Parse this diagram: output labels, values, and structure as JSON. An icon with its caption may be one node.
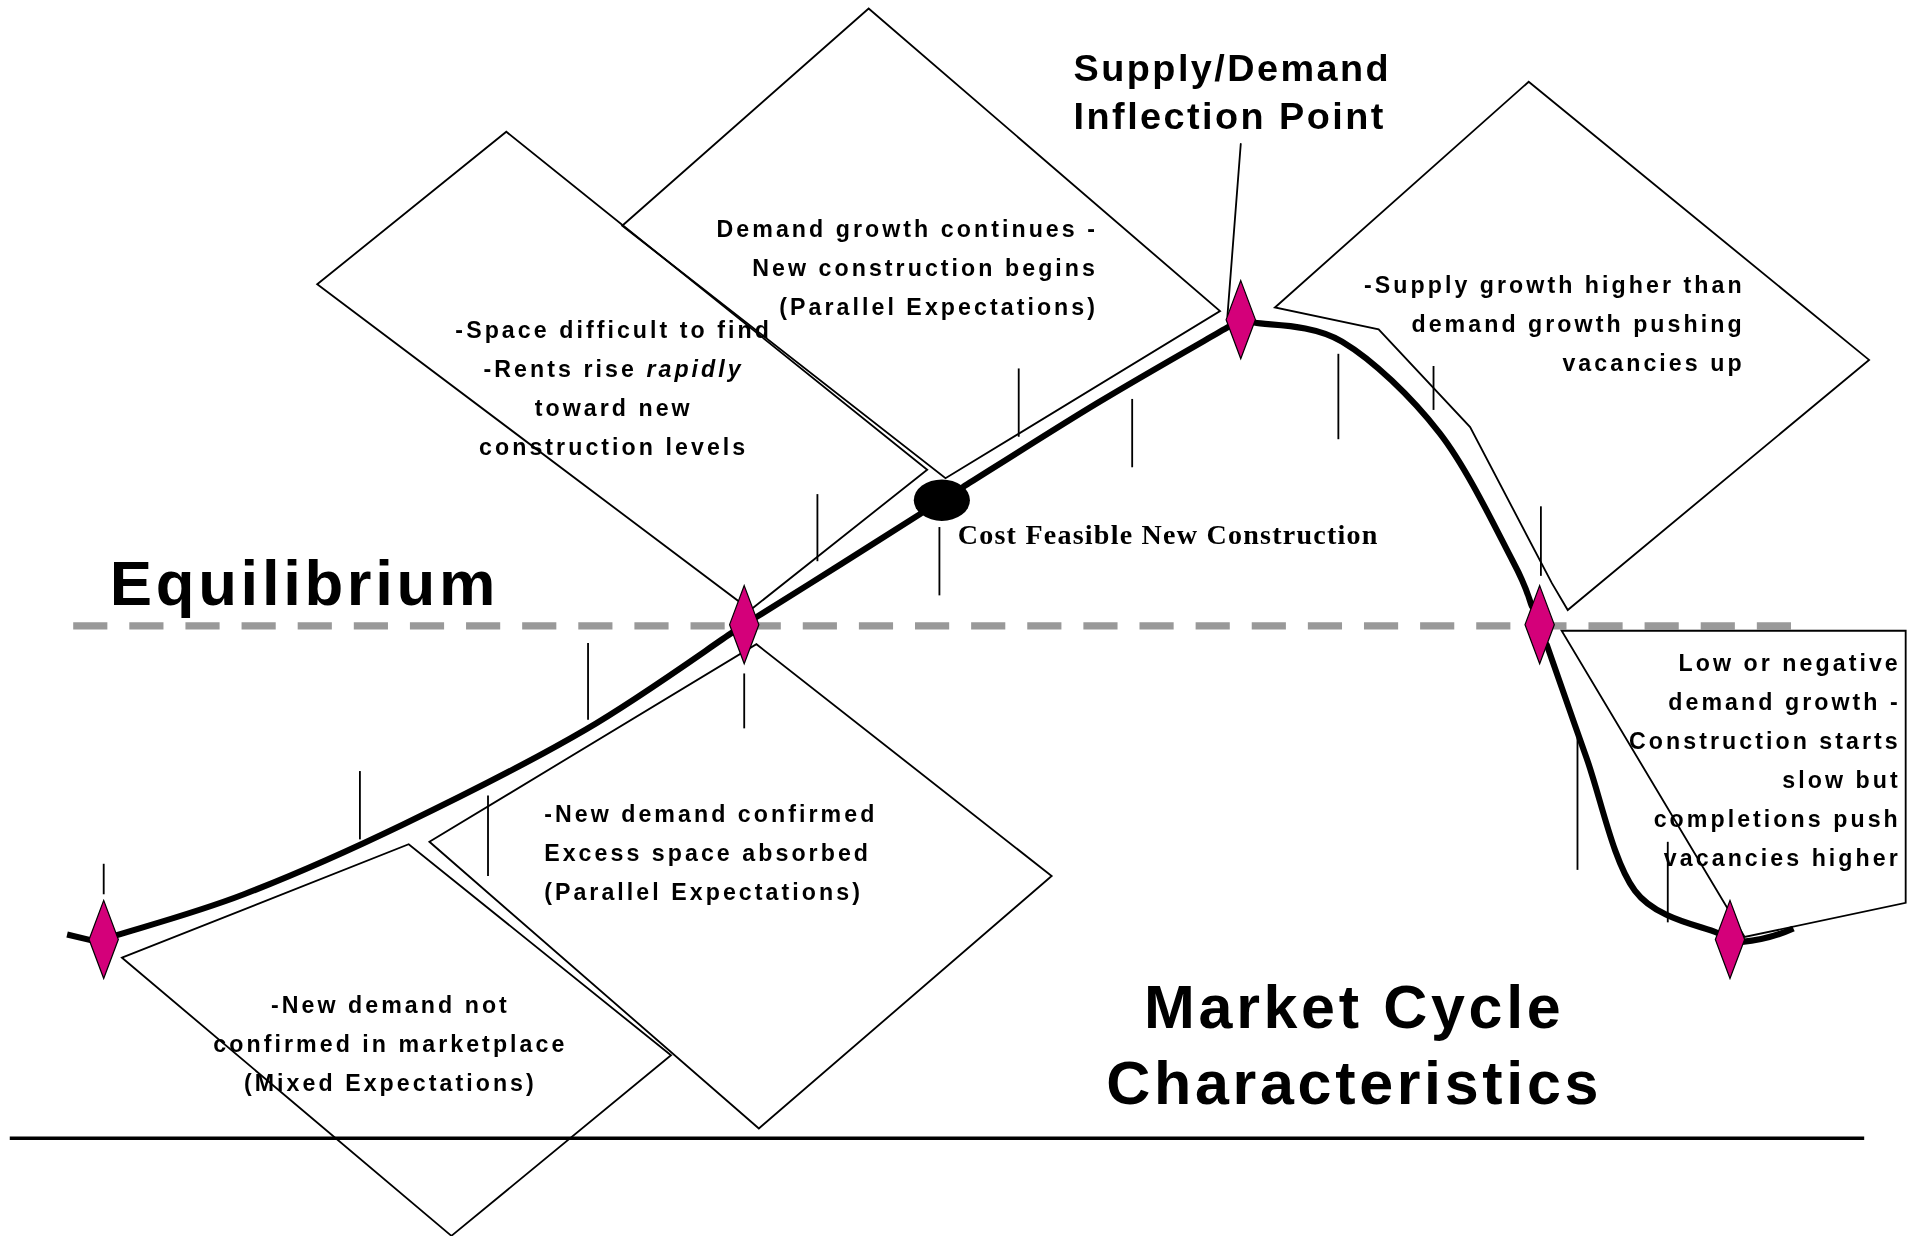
{
  "diagram": {
    "title": "Market Cycle Characteristics",
    "nodes": [
      {
        "text": [
          "Supply/Demand Inflection Point"
        ]
      },
      {
        "text": [
          "Demand growth continues -New construction begins (Parallel Expectations)"
        ]
      },
      {
        "text": [
          "-Supply growth higher than demand growth pushing vacancies up"
        ]
      },
      {
        "text": [
          "-Space difficult to find -Rents rise *rapidly* toward new construction levels"
        ]
      },
      {
        "text": [
          "-New demand confirmed Excess space absorbed (Parallel Expectations)"
        ]
      },
      {
        "text": [
          "Low or negative demand growth -Construction starts slow but completions push vacancies higher"
        ]
      },
      {
        "text": [
          "-New demand not confirmed in marketplace (Mixed Expectations)"
        ]
      },
      {
        "text": [],
        "shape": "diamond"
      },
      {
        "text": [],
        "shape": "diamond"
      },
      {
        "text": [],
        "shape": "diamond"
      },
      {
        "text": [],
        "shape": "diamond"
      },
      {
        "text": [],
        "shape": "diamond"
      },
      {
        "text": [],
        "shape": "circle"
      }
    ],
    "edges": [
      {
        "from": 7,
        "to": 8,
        "arrow": "none"
      },
      {
        "from": 8,
        "to": 12,
        "arrow": "none"
      },
      {
        "from": 12,
        "to": 9,
        "arrow": "none"
      },
      {
        "from": 9,
        "to": 10,
        "arrow": "none"
      },
      {
        "from": 10,
        "to": 11,
        "arrow": "none"
      },
      {
        "from": 0,
        "to": 9,
        "arrow": "none"
      }
    ],
    "labels": [
      "Equilibrium",
      "Cost Feasible New Construction"
    ]
  }
}
